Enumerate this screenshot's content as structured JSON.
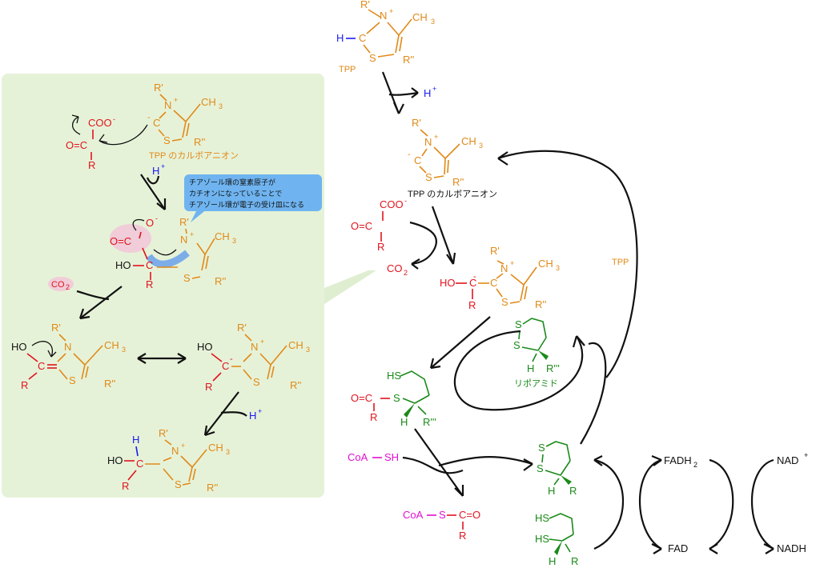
{
  "colors": {
    "tpp": "#e08a18",
    "substrate": "#e0141e",
    "lipoamide": "#1a8a1a",
    "proton": "#1a1aee",
    "coa": "#e010d0",
    "panel": "#e6f2d8",
    "callout": "#6fb4f0"
  },
  "atoms": {
    "R1": "R'",
    "R2": "R''",
    "R3": "R'''",
    "R": "R",
    "CH3": "CH",
    "sub3": "3",
    "N": "N",
    "plus": "+",
    "S": "S",
    "C": "C",
    "O": "O",
    "H": "H",
    "minus": "-",
    "HO": "HO",
    "HS": "HS",
    "SH": "SH",
    "COO": "COO",
    "O_eq": "O=C",
    "C_eq_O": "C=O",
    "CoA": "CoA",
    "CO2": "CO",
    "sub2": "2"
  },
  "labels": {
    "tpp": "TPP",
    "tpp_carbanion": "TPP のカルボアニオン",
    "lipoamide": "リポアミド",
    "tpp_return": "TPP",
    "hplus": "H",
    "fadh2": "FADH",
    "fad": "FAD",
    "nad": "NAD",
    "nadh": "NADH"
  },
  "callout": {
    "line1": "チアゾール環の窒素原子が",
    "line2": "カチオンになっていることで",
    "line3": "チアゾール環が電子の受け皿になる"
  }
}
